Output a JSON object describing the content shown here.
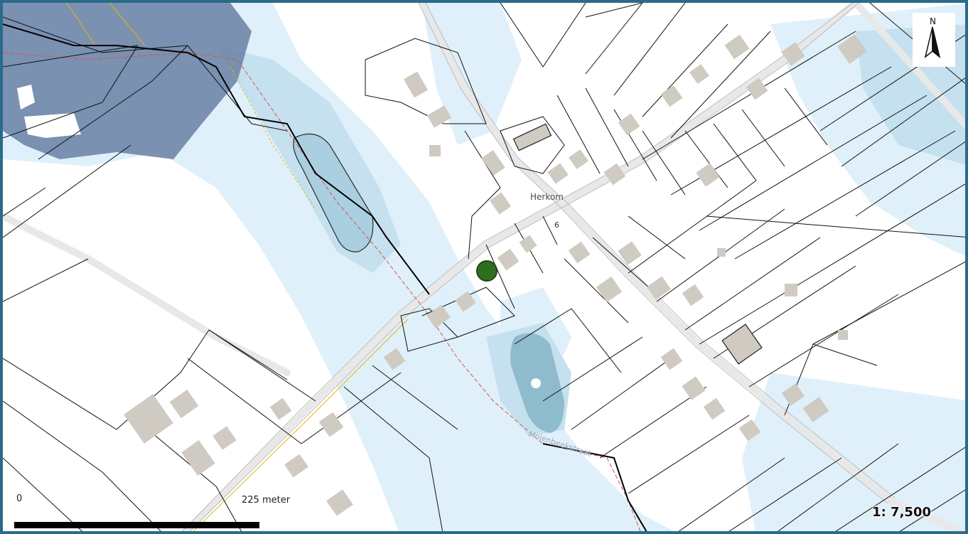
{
  "map": {
    "place_name": "Herkom",
    "street_name": "Molenbeekstraat",
    "north_label": "N",
    "road_number": "6",
    "scale": {
      "zero_label": "0",
      "distance_label": "225 meter",
      "ratio_label": "1: 7,500"
    },
    "colors": {
      "frame": "#2b6b8a",
      "flood_light": "#dff0fa",
      "flood_medium": "#c5e0ef",
      "flood_dark": "#6f86a8",
      "water": "#a9cfe0",
      "building": "#cfcbc2",
      "parcel_line": "#111111",
      "marker": "#2e6f1f"
    },
    "icons": {
      "north_arrow": "north-arrow-icon",
      "location": "location-marker-icon"
    }
  }
}
